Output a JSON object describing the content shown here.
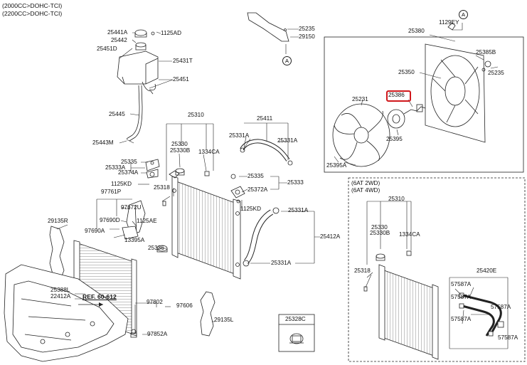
{
  "header": {
    "line1": "(2000CC>DOHC-TCI)",
    "line2": "(2200CC>DOHC-TCI)"
  },
  "ref_label": "REF. 60-612",
  "circle_marker": "A",
  "inset_variant": {
    "line1": "(6AT 2WD)",
    "line2": "(6AT 4WD)"
  },
  "highlight_part": "25386",
  "parts": {
    "p25441A": "25441A",
    "p1125AD": "1125AD",
    "p25442": "25442",
    "p25451D": "25451D",
    "p25431T": "25431T",
    "p25451": "25451",
    "p25445": "25445",
    "p25443M": "25443M",
    "p25335a": "25335",
    "p25333A": "25333A",
    "p25374A": "25374A",
    "p1125KDa": "1125KD",
    "p97761P": "97761P",
    "p97672U": "97672U",
    "p97690D": "97690D",
    "p29135R": "29135R",
    "p97690A": "97690A",
    "p1125AE": "1125AE",
    "p13395A": "13395A",
    "p25310": "25310",
    "p25330": "25330",
    "p25330B": "25330B",
    "p1334CA": "1334CA",
    "p25318": "25318",
    "p25336": "25336",
    "p25388L": "25388L",
    "p22412A": "22412A",
    "p97802": "97802",
    "p97606": "97606",
    "p97852A": "97852A",
    "p29135L": "29135L",
    "p25235a": "25235",
    "p29150": "29150",
    "p25411": "25411",
    "p25331Aa": "25331A",
    "p25331Ab": "25331A",
    "p25335b": "25335",
    "p25333": "25333",
    "p25372A": "25372A",
    "p1125KDb": "1125KD",
    "p25331Ac": "25331A",
    "p25412A": "25412A",
    "p25331Ad": "25331A",
    "p25328C": "25328C",
    "p1129EY": "1129EY",
    "p25380": "25380",
    "p25385B": "25385B",
    "p25235b": "25235",
    "p25350": "25350",
    "p25386": "25386",
    "p25231": "25231",
    "p25395": "25395",
    "p25395A": "25395A",
    "i25310": "25310",
    "i25330": "25330",
    "i25330B": "25330B",
    "i1334CA": "1334CA",
    "i25318": "25318",
    "p25420E": "25420E",
    "p57587Aa": "57587A",
    "p57587Ab": "57587A",
    "p57587Ac": "57587A",
    "p57587Ad": "57587A",
    "p57587Ae": "57587A"
  }
}
